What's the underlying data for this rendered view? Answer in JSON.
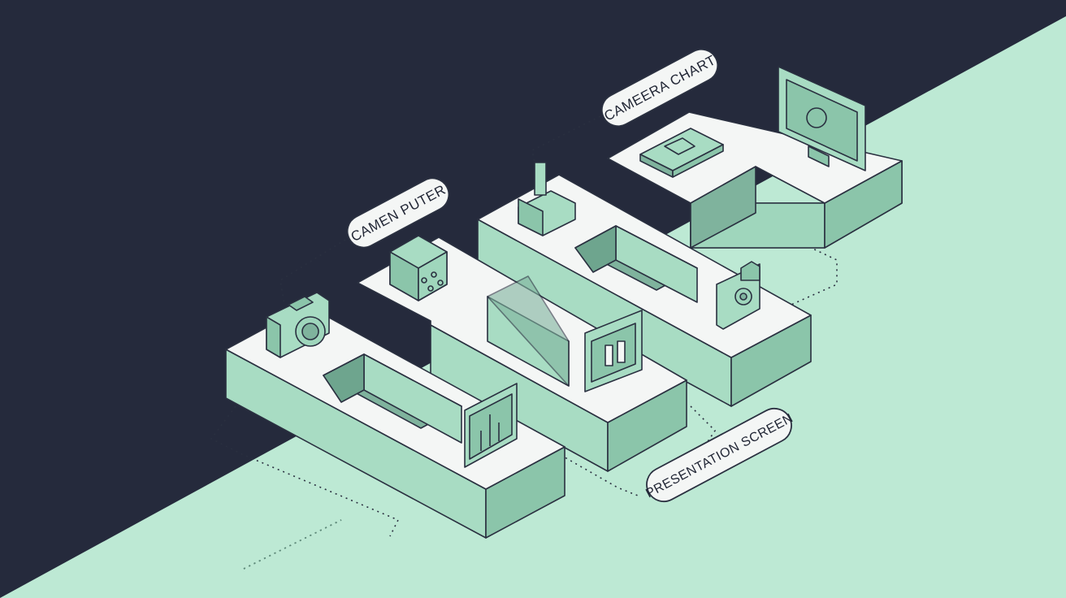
{
  "labels": {
    "camera_chart": "CAMEERA CHART",
    "camen_puter": "CAMEN PUTER",
    "presentation_screen": "PRESENTATION SCREEN"
  },
  "colors": {
    "background_dark": "#252a3c",
    "background_light": "#bde9d4",
    "block_top": "#f4f6f5",
    "block_side_light": "#a8dcc3",
    "block_side_dark": "#7fb39d",
    "outline": "#2a3040"
  },
  "icons": [
    "camera-icon",
    "device-cube-icon",
    "joystick-icon",
    "tablet-icon",
    "monitor-icon",
    "bar-chart-icon",
    "lock-device-icon",
    "display-icon"
  ]
}
